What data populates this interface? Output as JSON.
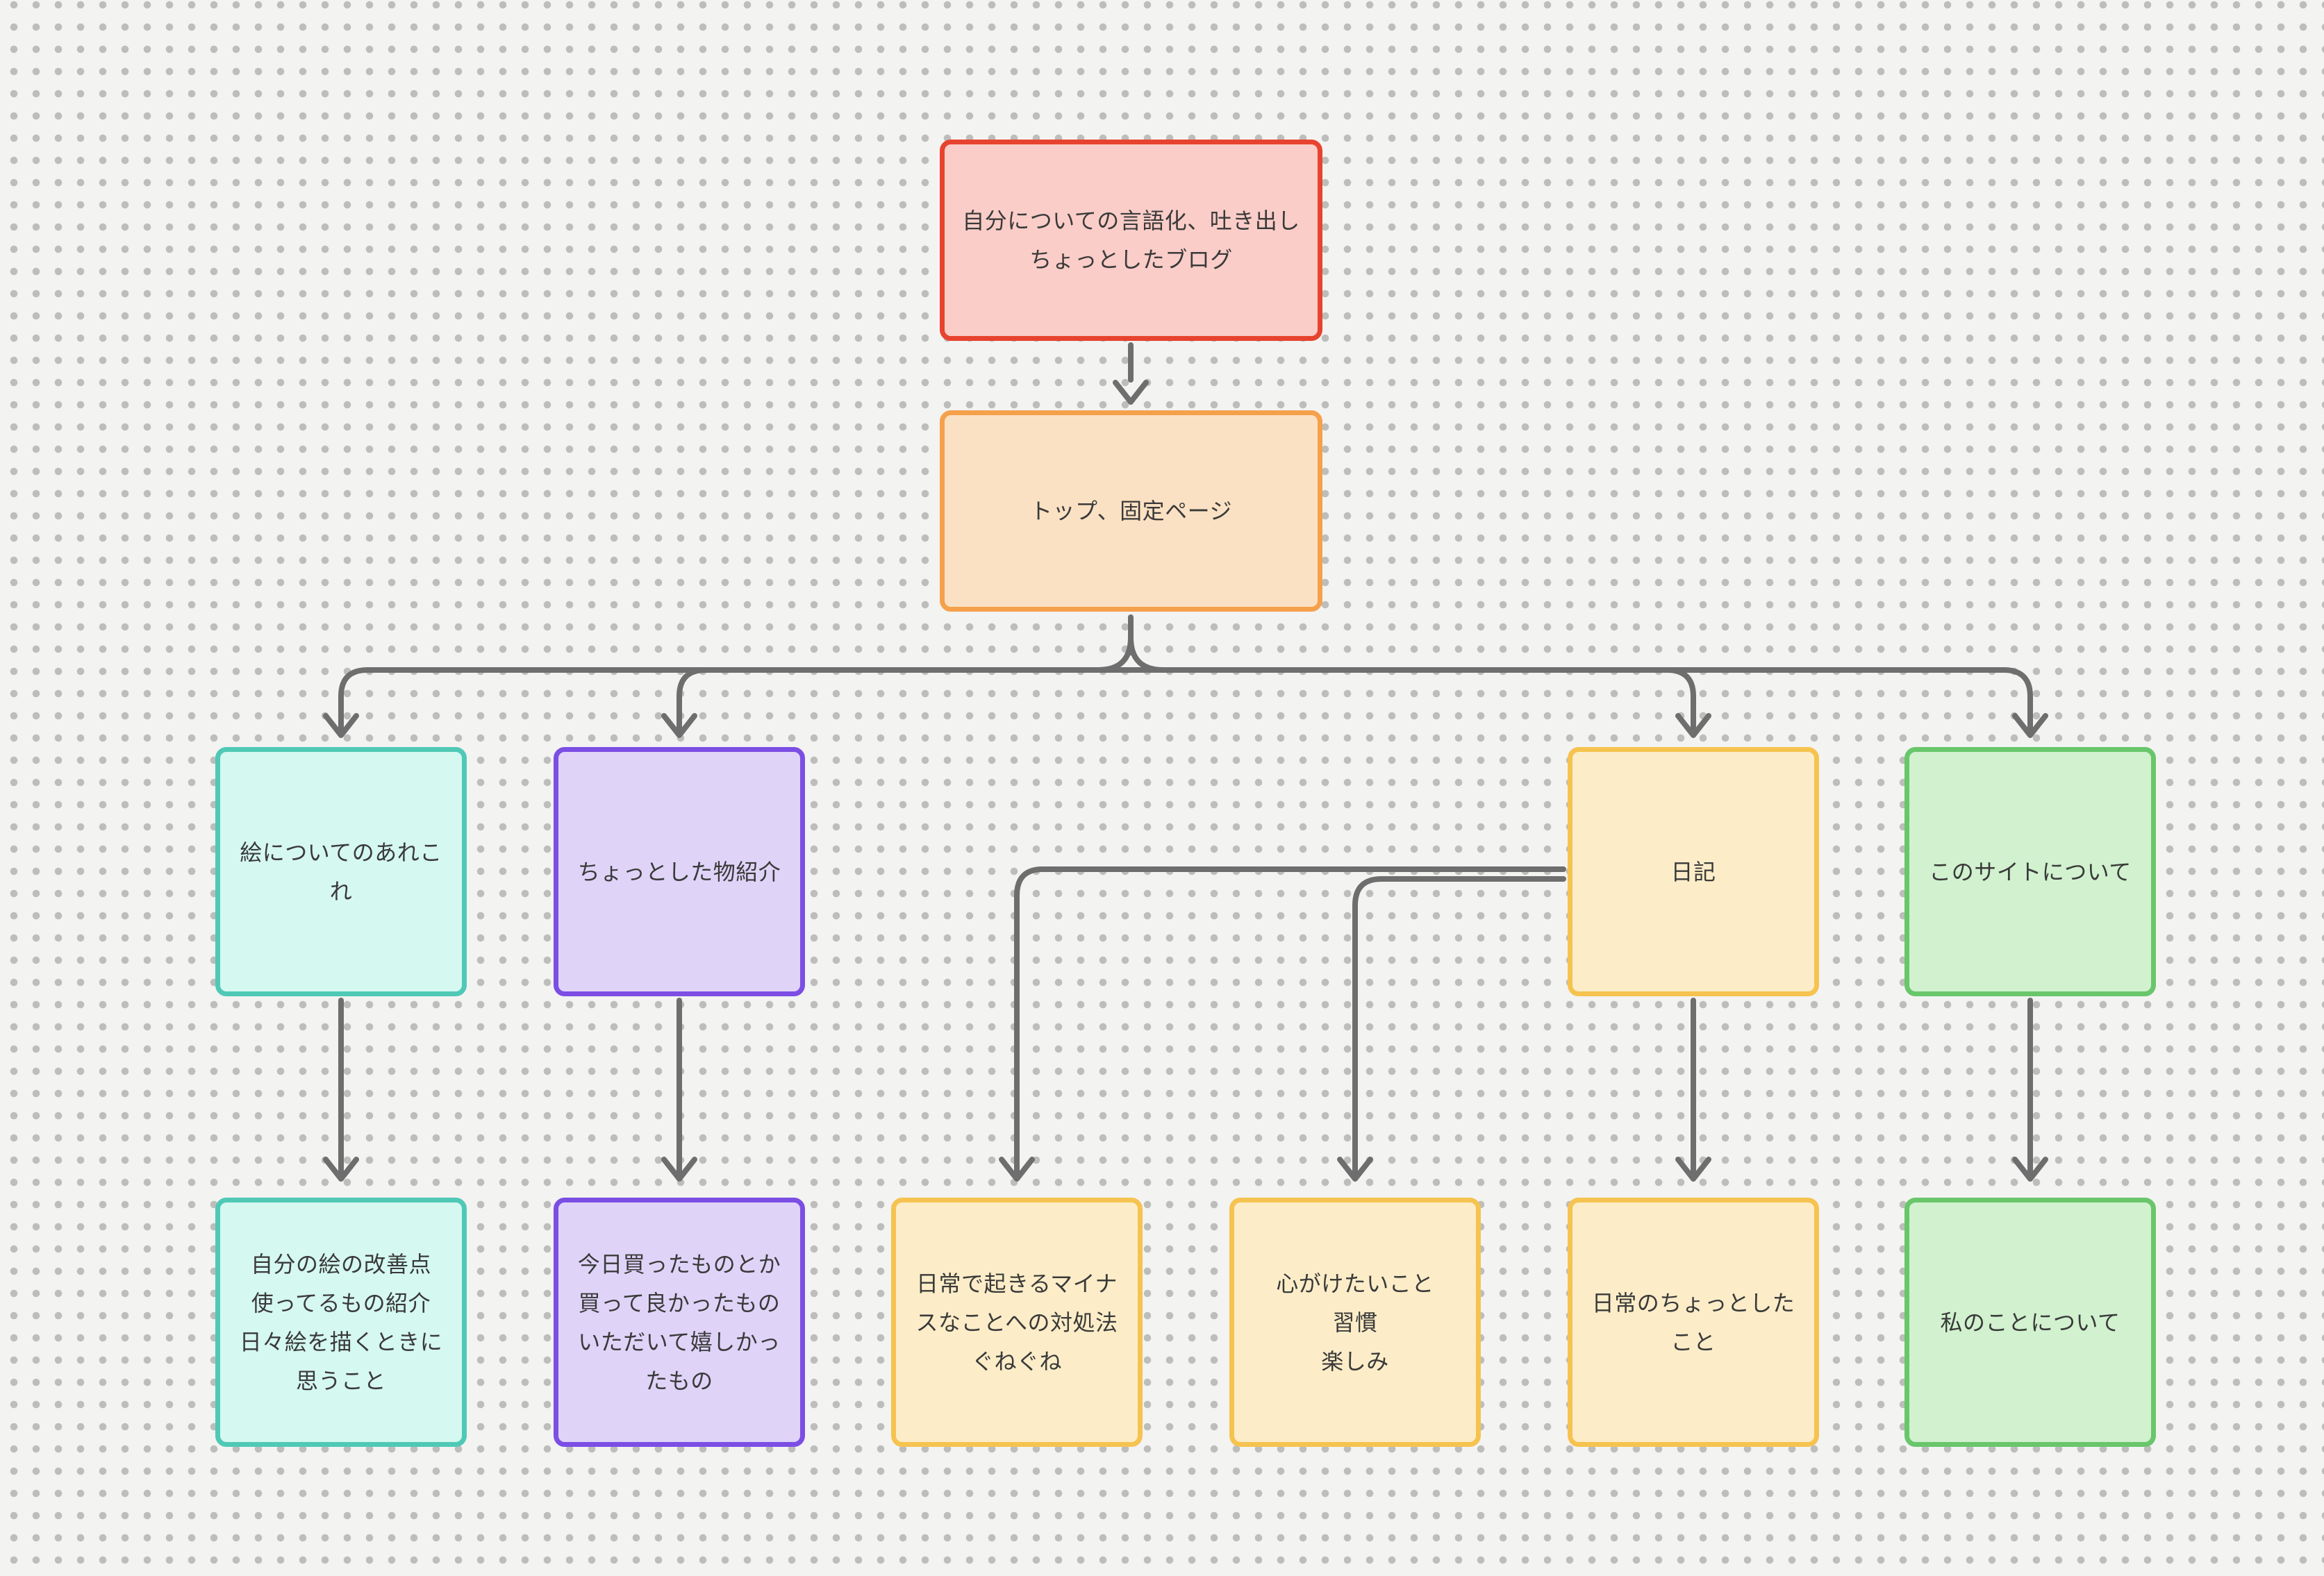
{
  "canvas": {
    "bg": "#F3F3F2",
    "dot_color": "#BDBDBC",
    "connector_color": "#6E6E6E",
    "text_color": "#3A3A3A"
  },
  "palettes": {
    "red": {
      "border": "#E8432E",
      "fill": "#FACDC8"
    },
    "orange": {
      "border": "#F5A14C",
      "fill": "#FBE1C3"
    },
    "teal": {
      "border": "#4FC9B6",
      "fill": "#D5F8F0"
    },
    "purple": {
      "border": "#7C4EE4",
      "fill": "#DFD4F8"
    },
    "yellow": {
      "border": "#F6C350",
      "fill": "#FCEDC8"
    },
    "green": {
      "border": "#69C66B",
      "fill": "#D1F1CF"
    }
  },
  "nodes": {
    "root": {
      "text": "自分についての言語化、吐き出し\nちょっとしたブログ",
      "palette": "red"
    },
    "top": {
      "text": "トップ、固定ページ",
      "palette": "orange"
    },
    "art": {
      "text": "絵についてのあれこ\nれ",
      "palette": "teal"
    },
    "goods": {
      "text": "ちょっとした物紹介",
      "palette": "purple"
    },
    "diary": {
      "text": "日記",
      "palette": "yellow"
    },
    "site": {
      "text": "このサイトについて",
      "palette": "green"
    },
    "art_detail": {
      "text": "自分の絵の改善点\n使ってるもの紹介\n日々絵を描くときに\n思うこと",
      "palette": "teal"
    },
    "goods_detail": {
      "text": "今日買ったものとか\n買って良かったもの\nいただいて嬉しかっ\nたもの",
      "palette": "purple"
    },
    "coping": {
      "text": "日常で起きるマイナ\nスなことへの対処法\nぐねぐね",
      "palette": "yellow"
    },
    "habits": {
      "text": "心がけたいこと\n習慣\n楽しみ",
      "palette": "yellow"
    },
    "daily": {
      "text": "日常のちょっとした\nこと",
      "palette": "yellow"
    },
    "me": {
      "text": "私のことについて",
      "palette": "green"
    }
  },
  "edges": [
    {
      "from": "root",
      "to": "top"
    },
    {
      "from": "top",
      "to": "art"
    },
    {
      "from": "top",
      "to": "goods"
    },
    {
      "from": "top",
      "to": "diary"
    },
    {
      "from": "top",
      "to": "site"
    },
    {
      "from": "art",
      "to": "art_detail"
    },
    {
      "from": "goods",
      "to": "goods_detail"
    },
    {
      "from": "diary",
      "to": "coping"
    },
    {
      "from": "diary",
      "to": "habits"
    },
    {
      "from": "diary",
      "to": "daily"
    },
    {
      "from": "site",
      "to": "me"
    }
  ]
}
